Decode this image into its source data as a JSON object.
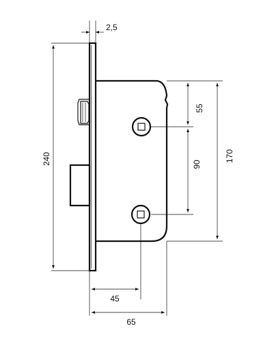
{
  "dimensions": {
    "faceplate_thickness": "2,5",
    "faceplate_height": "240",
    "top_to_spindle": "55",
    "spindle_to_keyhole": "90",
    "case_height": "170",
    "backset": "45",
    "case_depth": "65"
  }
}
